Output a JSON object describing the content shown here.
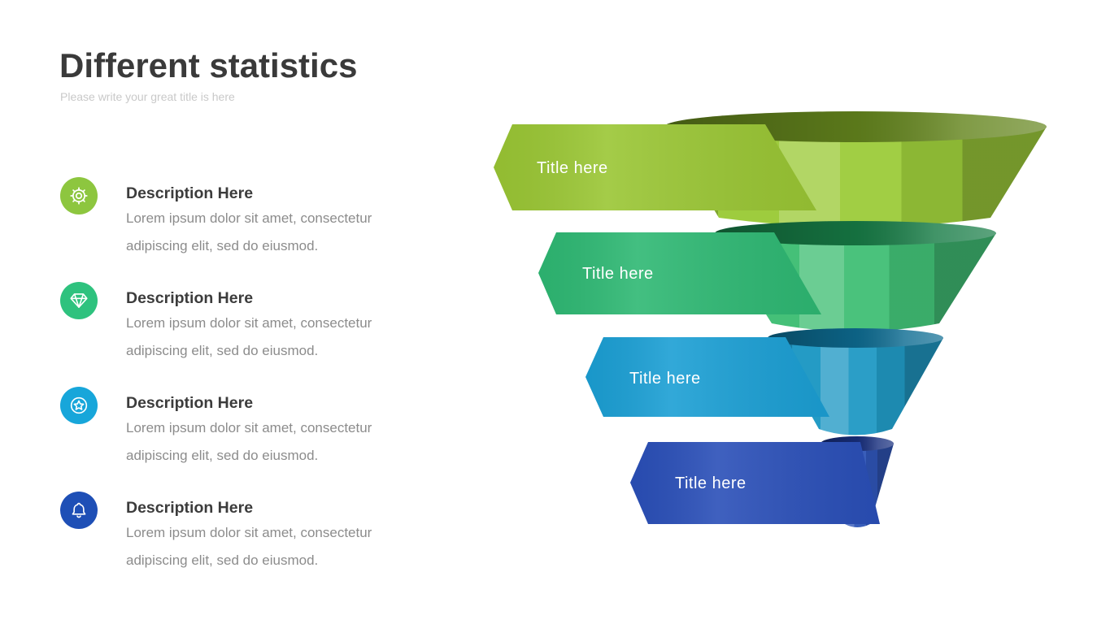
{
  "slide": {
    "title": "Different statistics",
    "subtitle": "Please write your great title is here"
  },
  "items": [
    {
      "icon": "gear-icon",
      "color": "#8dc63f",
      "heading": "Description Here",
      "body": "Lorem ipsum dolor sit amet, consectetur adipiscing elit, sed do eiusmod."
    },
    {
      "icon": "diamond-icon",
      "color": "#2ec27e",
      "heading": "Description Here",
      "body": "Lorem ipsum dolor sit amet, consectetur adipiscing elit, sed do eiusmod."
    },
    {
      "icon": "star-icon",
      "color": "#17a6da",
      "heading": "Description Here",
      "body": "Lorem ipsum dolor sit amet, consectetur adipiscing elit, sed do eiusmod."
    },
    {
      "icon": "bell-icon",
      "color": "#1e4fb6",
      "heading": "Description Here",
      "body": "Lorem ipsum dolor sit amet, consectetur adipiscing elit, sed do eiusmod."
    }
  ],
  "funnel": {
    "layers": [
      {
        "label": "Title here",
        "banner": "#9ac634",
        "color": "#9ccb3a",
        "dark": "#64851d"
      },
      {
        "label": "Title here",
        "banner": "#2eb873",
        "color": "#41bf75",
        "dark": "#177c46"
      },
      {
        "label": "Title here",
        "banner": "#1b9fd4",
        "color": "#2099c4",
        "dark": "#0d6c92"
      },
      {
        "label": "Title here",
        "banner": "#2a4fb8",
        "color": "#2f55b6",
        "dark": "#182f7e"
      }
    ]
  }
}
